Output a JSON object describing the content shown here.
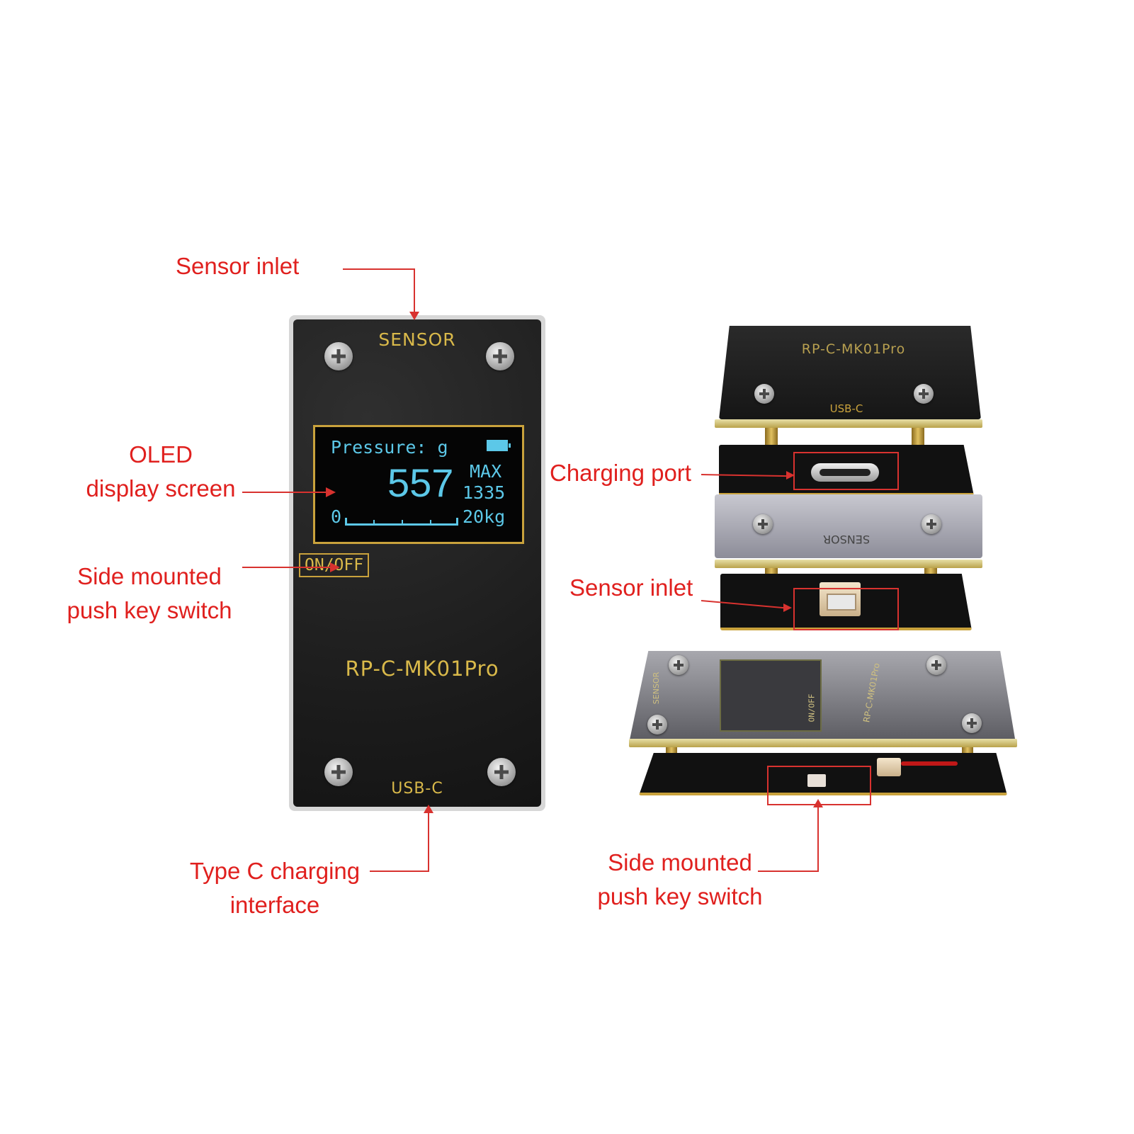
{
  "labels": {
    "sensor_inlet_top": "Sensor inlet",
    "oled_line1": "OLED",
    "oled_line2": "display screen",
    "side_switch_left_line1": "Side mounted",
    "side_switch_left_line2": "push key switch",
    "type_c_line1": "Type C charging",
    "type_c_line2": "interface",
    "charging_port": "Charging port",
    "sensor_inlet_right": "Sensor inlet",
    "side_switch_right_line1": "Side mounted",
    "side_switch_right_line2": "push key switch"
  },
  "device": {
    "sensor_text": "SENSOR",
    "model": "RP-C-MK01Pro",
    "usb_text": "USB-C",
    "onoff_text": "ON/OFF"
  },
  "oled": {
    "title": "Pressure: g",
    "value": "557",
    "max_label": "MAX",
    "max_value": "1335",
    "scale_min": "0",
    "scale_max": "20kg"
  },
  "right_views": {
    "top_model": "RP-C-MK01Pro",
    "top_usb": "USB-C",
    "mid_sensor": "SENSOR",
    "bottom_sensor": "SENSOR",
    "bottom_onoff": "ON/OFF",
    "bottom_model": "RP-C-MK01Pro"
  },
  "colors": {
    "annotation": "#e0201e",
    "device_text": "#d9b94a",
    "oled_text": "#5cc8e8"
  }
}
